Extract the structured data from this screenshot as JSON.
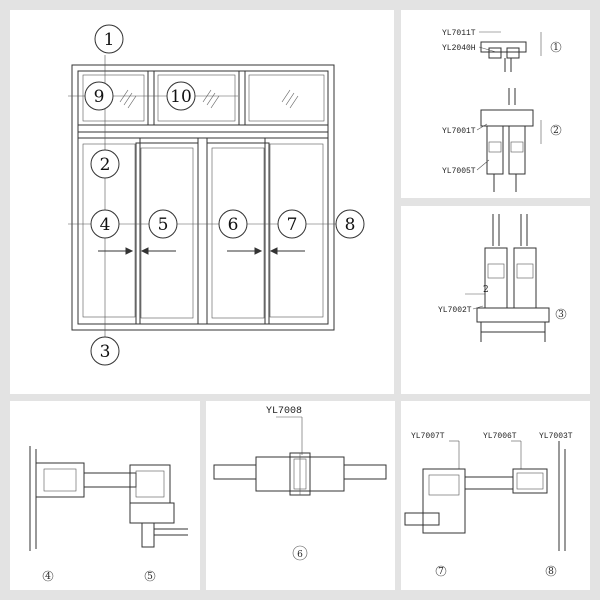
{
  "main_elevation": {
    "callouts": [
      "1",
      "2",
      "3",
      "4",
      "5",
      "6",
      "7",
      "8",
      "9",
      "10"
    ]
  },
  "detail_1_2": {
    "labels": [
      "YL7011T",
      "YL2040H",
      "YL7001T",
      "YL7005T"
    ],
    "markers": [
      "1",
      "2"
    ]
  },
  "detail_3": {
    "labels": [
      "YL7002T",
      "2"
    ],
    "marker": "3"
  },
  "detail_4_5": {
    "markers": [
      "4",
      "5"
    ]
  },
  "detail_6": {
    "label": "YL7008",
    "marker": "6"
  },
  "detail_7_8": {
    "labels": [
      "YL7007T",
      "YL7006T",
      "YL7003T"
    ],
    "markers": [
      "7",
      "8"
    ]
  }
}
